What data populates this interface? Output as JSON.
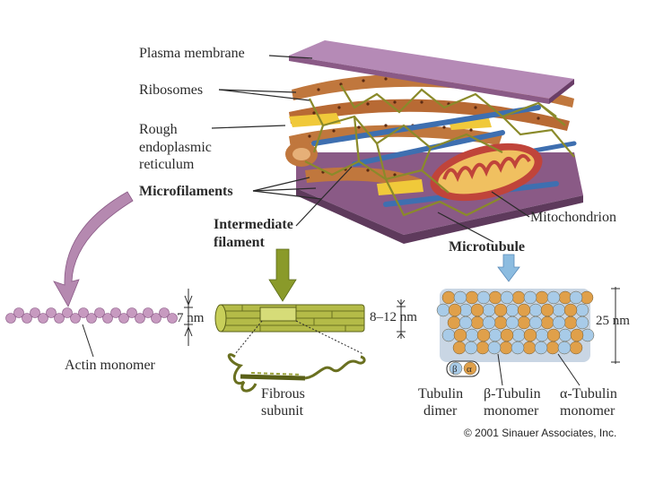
{
  "labels": {
    "plasma_membrane": "Plasma membrane",
    "ribosomes": "Ribosomes",
    "rough_er_line1": "Rough",
    "rough_er_line2": "endoplasmic",
    "rough_er_line3": "reticulum",
    "microfilaments": "Microfilaments",
    "intermediate_line1": "Intermediate",
    "intermediate_line2": "filament",
    "mitochondrion": "Mitochondrion",
    "microtubule": "Microtubule",
    "size_7nm": "7 nm",
    "size_8_12nm": "8–12 nm",
    "size_25nm": "25 nm",
    "actin_monomer": "Actin monomer",
    "fibrous_line1": "Fibrous",
    "fibrous_line2": "subunit",
    "tubulin_dimer_line1": "Tubulin",
    "tubulin_dimer_line2": "dimer",
    "beta_tubulin_line1": "β-Tubulin",
    "beta_tubulin_line2": "monomer",
    "alpha_tubulin_line1": "α-Tubulin",
    "alpha_tubulin_line2": "monomer",
    "beta_symbol": "β",
    "alpha_symbol": "α"
  },
  "copyright": "© 2001 Sinauer Associates, Inc.",
  "colors": {
    "membrane": "#8a5a86",
    "membrane_top": "#b58ab6",
    "er": "#c0773d",
    "er_dots": "#5a2a12",
    "filament_mesh": "#8a8a2a",
    "microtubule_rod": "#3e6fb0",
    "mitochondrion": "#c0443a",
    "mito_inner": "#f0c060",
    "actin": "#c79ac0",
    "intermediate": "#9aa23a",
    "tubulin_alpha": "#a8cbe8",
    "tubulin_beta": "#e0a04a",
    "arrow_purple": "#b589b0",
    "arrow_green": "#8a9a2a",
    "arrow_blue": "#8cbce0"
  }
}
